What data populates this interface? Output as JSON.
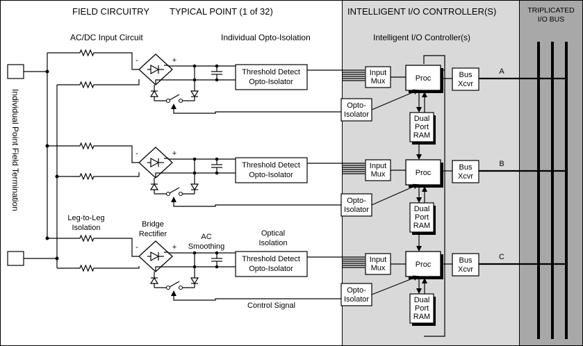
{
  "headers": {
    "field_circuitry": "FIELD CIRCUITRY",
    "typical_point": "TYPICAL POINT (1 of 32)",
    "intelligent_io": "INTELLIGENT I/O CONTROLLER(S)",
    "triplicated_line1": "TRIPLICATED",
    "triplicated_line2": "I/O BUS"
  },
  "subheaders": {
    "ac_dc_input": "AC/DC Input Circuit",
    "opto_isolation": "Individual Opto-Isolation",
    "io_controllers": "Intelligent I/O Controller(s)"
  },
  "side_label": "Individual Point Field Termination",
  "blocks": {
    "threshold_line1": "Threshold Detect",
    "threshold_line2": "Opto-Isolator",
    "input_mux_line1": "Input",
    "input_mux_line2": "Mux",
    "proc": "Proc",
    "bus_xcvr_line1": "Bus",
    "bus_xcvr_line2": "Xcvr",
    "opto_line1": "Opto-",
    "opto_line2": "Isolator",
    "dpram_line1": "Dual",
    "dpram_line2": "Port",
    "dpram_line3": "RAM"
  },
  "channels": [
    "A",
    "B",
    "C"
  ],
  "annotations": {
    "leg_to_leg_line1": "Leg-to-Leg",
    "leg_to_leg_line2": "Isolation",
    "bridge_line1": "Bridge",
    "bridge_line2": "Rectifier",
    "ac_smoothing_line1": "AC",
    "ac_smoothing_line2": "Smoothing",
    "optical_line1": "Optical",
    "optical_line2": "Isolation",
    "control_signal": "Control Signal"
  },
  "polarity": {
    "minus": "-",
    "plus": "+"
  },
  "colors": {
    "io_panel": "#d9d9d9",
    "bus_panel": "#a8a8a8",
    "stroke": "#000000"
  }
}
